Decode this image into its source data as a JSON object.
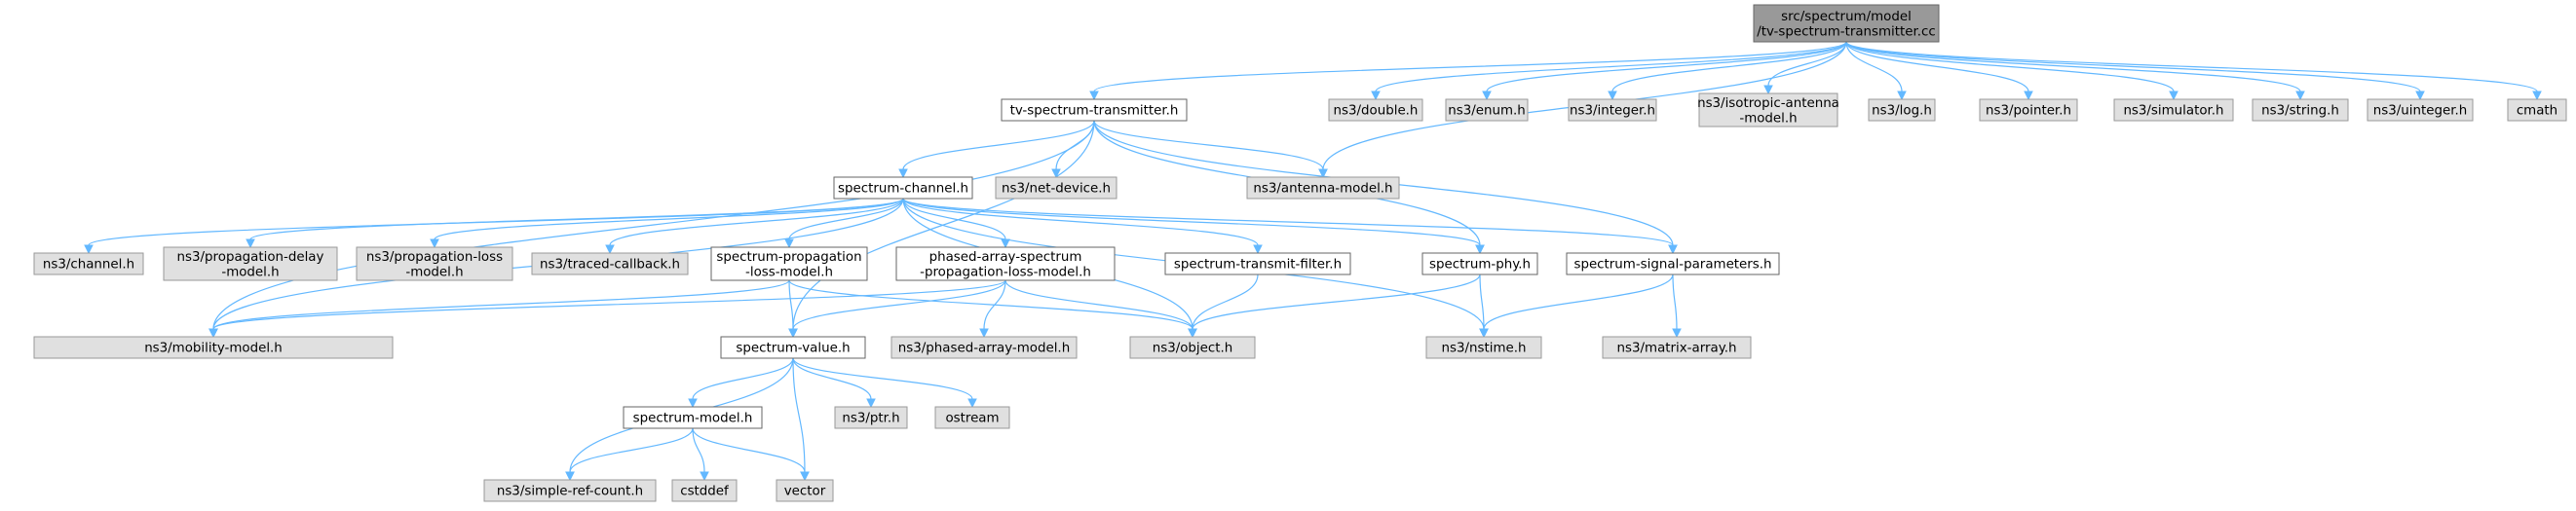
{
  "colors": {
    "root_fill": "#999999",
    "root_stroke": "#666666",
    "local_fill": "#ffffff",
    "local_stroke": "#666666",
    "system_fill": "#e0e0e0",
    "system_stroke": "#999999",
    "edge": "#63b8ff",
    "text": "#000000"
  },
  "nodes": [
    {
      "id": "root",
      "kind": "root",
      "lines": [
        "src/spectrum/model",
        "/tv-spectrum-transmitter.cc"
      ]
    },
    {
      "id": "tvh",
      "kind": "local",
      "lines": [
        "tv-spectrum-transmitter.h"
      ]
    },
    {
      "id": "double",
      "kind": "system",
      "lines": [
        "ns3/double.h"
      ]
    },
    {
      "id": "enum",
      "kind": "system",
      "lines": [
        "ns3/enum.h"
      ]
    },
    {
      "id": "integer",
      "kind": "system",
      "lines": [
        "ns3/integer.h"
      ]
    },
    {
      "id": "isotropic",
      "kind": "system",
      "lines": [
        "ns3/isotropic-antenna",
        "-model.h"
      ]
    },
    {
      "id": "log",
      "kind": "system",
      "lines": [
        "ns3/log.h"
      ]
    },
    {
      "id": "pointer",
      "kind": "system",
      "lines": [
        "ns3/pointer.h"
      ]
    },
    {
      "id": "simulator",
      "kind": "system",
      "lines": [
        "ns3/simulator.h"
      ]
    },
    {
      "id": "string",
      "kind": "system",
      "lines": [
        "ns3/string.h"
      ]
    },
    {
      "id": "uinteger",
      "kind": "system",
      "lines": [
        "ns3/uinteger.h"
      ]
    },
    {
      "id": "cmath",
      "kind": "system",
      "lines": [
        "cmath"
      ]
    },
    {
      "id": "chanh",
      "kind": "local",
      "lines": [
        "spectrum-channel.h"
      ]
    },
    {
      "id": "netdev",
      "kind": "system",
      "lines": [
        "ns3/net-device.h"
      ]
    },
    {
      "id": "antenna",
      "kind": "system",
      "lines": [
        "ns3/antenna-model.h"
      ]
    },
    {
      "id": "ns3chan",
      "kind": "system",
      "lines": [
        "ns3/channel.h"
      ]
    },
    {
      "id": "propdelay",
      "kind": "system",
      "lines": [
        "ns3/propagation-delay",
        "-model.h"
      ]
    },
    {
      "id": "proploss",
      "kind": "system",
      "lines": [
        "ns3/propagation-loss",
        "-model.h"
      ]
    },
    {
      "id": "traced",
      "kind": "system",
      "lines": [
        "ns3/traced-callback.h"
      ]
    },
    {
      "id": "sploss",
      "kind": "local",
      "lines": [
        "spectrum-propagation",
        "-loss-model.h"
      ]
    },
    {
      "id": "paloss",
      "kind": "local",
      "lines": [
        "phased-array-spectrum",
        "-propagation-loss-model.h"
      ]
    },
    {
      "id": "filter",
      "kind": "local",
      "lines": [
        "spectrum-transmit-filter.h"
      ]
    },
    {
      "id": "phy",
      "kind": "local",
      "lines": [
        "spectrum-phy.h"
      ]
    },
    {
      "id": "sigparams",
      "kind": "local",
      "lines": [
        "spectrum-signal-parameters.h"
      ]
    },
    {
      "id": "mobility",
      "kind": "system",
      "lines": [
        "ns3/mobility-model.h"
      ]
    },
    {
      "id": "value",
      "kind": "local",
      "lines": [
        "spectrum-value.h"
      ]
    },
    {
      "id": "phasedmodel",
      "kind": "system",
      "lines": [
        "ns3/phased-array-model.h"
      ]
    },
    {
      "id": "object",
      "kind": "system",
      "lines": [
        "ns3/object.h"
      ]
    },
    {
      "id": "nstime",
      "kind": "system",
      "lines": [
        "ns3/nstime.h"
      ]
    },
    {
      "id": "matrix",
      "kind": "system",
      "lines": [
        "ns3/matrix-array.h"
      ]
    },
    {
      "id": "model",
      "kind": "local",
      "lines": [
        "spectrum-model.h"
      ]
    },
    {
      "id": "ptr",
      "kind": "system",
      "lines": [
        "ns3/ptr.h"
      ]
    },
    {
      "id": "ostream",
      "kind": "system",
      "lines": [
        "ostream"
      ]
    },
    {
      "id": "simpleref",
      "kind": "system",
      "lines": [
        "ns3/simple-ref-count.h"
      ]
    },
    {
      "id": "cstddef",
      "kind": "system",
      "lines": [
        "cstddef"
      ]
    },
    {
      "id": "vector",
      "kind": "system",
      "lines": [
        "vector"
      ]
    }
  ],
  "edges": [
    [
      "root",
      "tvh"
    ],
    [
      "root",
      "double"
    ],
    [
      "root",
      "enum"
    ],
    [
      "root",
      "integer"
    ],
    [
      "root",
      "isotropic"
    ],
    [
      "root",
      "log"
    ],
    [
      "root",
      "pointer"
    ],
    [
      "root",
      "simulator"
    ],
    [
      "root",
      "string"
    ],
    [
      "root",
      "uinteger"
    ],
    [
      "root",
      "cmath"
    ],
    [
      "root",
      "antenna"
    ],
    [
      "tvh",
      "chanh"
    ],
    [
      "tvh",
      "netdev"
    ],
    [
      "tvh",
      "antenna"
    ],
    [
      "tvh",
      "phy"
    ],
    [
      "tvh",
      "sigparams"
    ],
    [
      "tvh",
      "mobility"
    ],
    [
      "tvh",
      "value"
    ],
    [
      "chanh",
      "ns3chan"
    ],
    [
      "chanh",
      "propdelay"
    ],
    [
      "chanh",
      "proploss"
    ],
    [
      "chanh",
      "traced"
    ],
    [
      "chanh",
      "sploss"
    ],
    [
      "chanh",
      "paloss"
    ],
    [
      "chanh",
      "filter"
    ],
    [
      "chanh",
      "phy"
    ],
    [
      "chanh",
      "sigparams"
    ],
    [
      "chanh",
      "mobility"
    ],
    [
      "chanh",
      "object"
    ],
    [
      "chanh",
      "nstime"
    ],
    [
      "sploss",
      "mobility"
    ],
    [
      "sploss",
      "value"
    ],
    [
      "sploss",
      "object"
    ],
    [
      "paloss",
      "mobility"
    ],
    [
      "paloss",
      "value"
    ],
    [
      "paloss",
      "phasedmodel"
    ],
    [
      "paloss",
      "object"
    ],
    [
      "filter",
      "object"
    ],
    [
      "phy",
      "object"
    ],
    [
      "phy",
      "nstime"
    ],
    [
      "sigparams",
      "nstime"
    ],
    [
      "sigparams",
      "matrix"
    ],
    [
      "value",
      "model"
    ],
    [
      "value",
      "ptr"
    ],
    [
      "value",
      "ostream"
    ],
    [
      "value",
      "simpleref"
    ],
    [
      "value",
      "vector"
    ],
    [
      "model",
      "simpleref"
    ],
    [
      "model",
      "cstddef"
    ],
    [
      "model",
      "vector"
    ]
  ]
}
